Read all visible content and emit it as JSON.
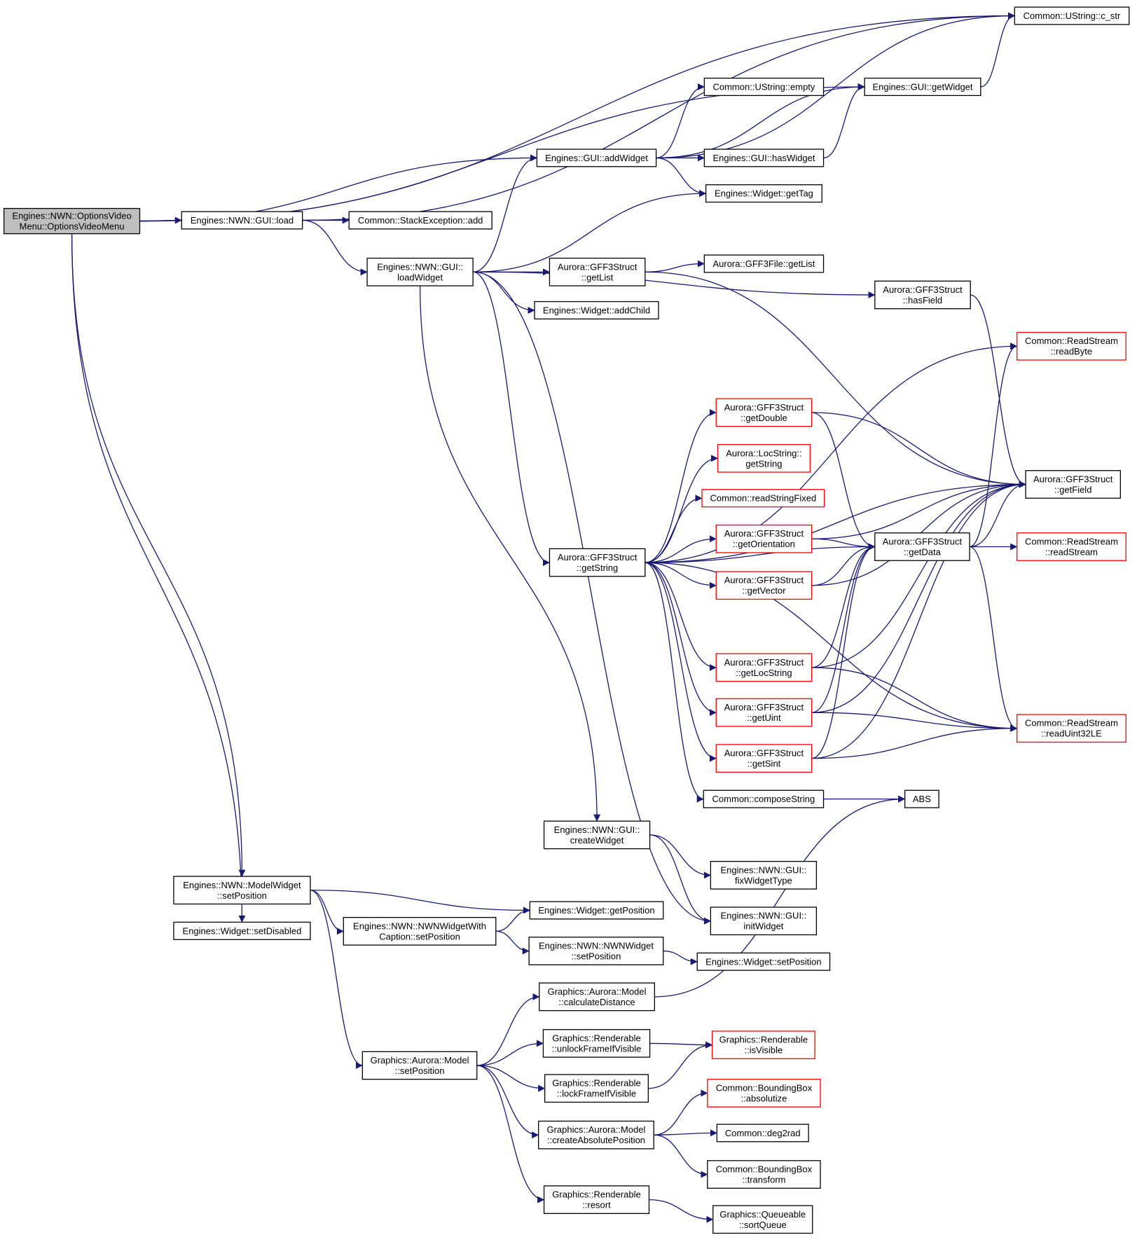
{
  "diagram": {
    "type": "call-graph",
    "edge_color": "#191970",
    "highlight_color": "#bfbfbf",
    "incomplete_border_color": "#ff0000",
    "nodes": [
      {
        "id": "root",
        "lines": [
          "Engines::NWN::OptionsVideo",
          "Menu::OptionsVideoMenu"
        ],
        "root": true
      },
      {
        "id": "gui_load",
        "lines": [
          "Engines::NWN::GUI::load"
        ]
      },
      {
        "id": "stackexc_add",
        "lines": [
          "Common::StackException::add"
        ]
      },
      {
        "id": "load_widget",
        "lines": [
          "Engines::NWN::GUI::",
          "loadWidget"
        ]
      },
      {
        "id": "add_widget",
        "lines": [
          "Engines::GUI::addWidget"
        ]
      },
      {
        "id": "ustring_empty",
        "lines": [
          "Common::UString::empty"
        ]
      },
      {
        "id": "has_widget",
        "lines": [
          "Engines::GUI::hasWidget"
        ]
      },
      {
        "id": "get_tag",
        "lines": [
          "Engines::Widget::getTag"
        ]
      },
      {
        "id": "get_widget",
        "lines": [
          "Engines::GUI::getWidget"
        ]
      },
      {
        "id": "c_str",
        "lines": [
          "Common::UString::c_str"
        ]
      },
      {
        "id": "gff_getlist",
        "lines": [
          "Aurora::GFF3Struct",
          "::getList"
        ]
      },
      {
        "id": "gfffile_getlist",
        "lines": [
          "Aurora::GFF3File::getList"
        ]
      },
      {
        "id": "add_child",
        "lines": [
          "Engines::Widget::addChild"
        ]
      },
      {
        "id": "has_field",
        "lines": [
          "Aurora::GFF3Struct",
          "::hasField"
        ]
      },
      {
        "id": "read_byte",
        "lines": [
          "Common::ReadStream",
          "::readByte"
        ],
        "red": true
      },
      {
        "id": "get_field",
        "lines": [
          "Aurora::GFF3Struct",
          "::getField"
        ]
      },
      {
        "id": "get_double",
        "lines": [
          "Aurora::GFF3Struct",
          "::getDouble"
        ],
        "red": true
      },
      {
        "id": "locstring_getstring",
        "lines": [
          "Aurora::LocString::",
          "getString"
        ],
        "red": true
      },
      {
        "id": "read_string_fixed",
        "lines": [
          "Common::readStringFixed"
        ],
        "red": true
      },
      {
        "id": "get_orientation",
        "lines": [
          "Aurora::GFF3Struct",
          "::getOrientation"
        ],
        "red": true
      },
      {
        "id": "get_data",
        "lines": [
          "Aurora::GFF3Struct",
          "::getData"
        ]
      },
      {
        "id": "read_stream",
        "lines": [
          "Common::ReadStream",
          "::readStream"
        ],
        "red": true
      },
      {
        "id": "gff_getstring",
        "lines": [
          "Aurora::GFF3Struct",
          "::getString"
        ]
      },
      {
        "id": "get_vector",
        "lines": [
          "Aurora::GFF3Struct",
          "::getVector"
        ],
        "red": true
      },
      {
        "id": "get_locstring",
        "lines": [
          "Aurora::GFF3Struct",
          "::getLocString"
        ],
        "red": true
      },
      {
        "id": "get_uint",
        "lines": [
          "Aurora::GFF3Struct",
          "::getUint"
        ],
        "red": true
      },
      {
        "id": "read_uint32",
        "lines": [
          "Common::ReadStream",
          "::readUint32LE"
        ],
        "red": true
      },
      {
        "id": "get_sint",
        "lines": [
          "Aurora::GFF3Struct",
          "::getSint"
        ],
        "red": true
      },
      {
        "id": "compose_string",
        "lines": [
          "Common::composeString"
        ]
      },
      {
        "id": "abs",
        "lines": [
          "ABS"
        ]
      },
      {
        "id": "create_widget",
        "lines": [
          "Engines::NWN::GUI::",
          "createWidget"
        ]
      },
      {
        "id": "fix_widget_type",
        "lines": [
          "Engines::NWN::GUI::",
          "fixWidgetType"
        ]
      },
      {
        "id": "init_widget",
        "lines": [
          "Engines::NWN::GUI::",
          "initWidget"
        ]
      },
      {
        "id": "modelwidget_setpos",
        "lines": [
          "Engines::NWN::ModelWidget",
          "::setPosition"
        ]
      },
      {
        "id": "set_disabled",
        "lines": [
          "Engines::Widget::setDisabled"
        ]
      },
      {
        "id": "widget_getpos",
        "lines": [
          "Engines::Widget::getPosition"
        ]
      },
      {
        "id": "caption_setpos",
        "lines": [
          "Engines::NWN::NWNWidgetWith",
          "Caption::setPosition"
        ]
      },
      {
        "id": "nwnwidget_setpos",
        "lines": [
          "Engines::NWN::NWNWidget",
          "::setPosition"
        ]
      },
      {
        "id": "widget_setpos",
        "lines": [
          "Engines::Widget::setPosition"
        ]
      },
      {
        "id": "calc_distance",
        "lines": [
          "Graphics::Aurora::Model",
          "::calculateDistance"
        ]
      },
      {
        "id": "unlock_frame",
        "lines": [
          "Graphics::Renderable",
          "::unlockFrameIfVisible"
        ]
      },
      {
        "id": "is_visible",
        "lines": [
          "Graphics::Renderable",
          "::isVisible"
        ],
        "red": true
      },
      {
        "id": "model_setpos",
        "lines": [
          "Graphics::Aurora::Model",
          "::setPosition"
        ]
      },
      {
        "id": "lock_frame",
        "lines": [
          "Graphics::Renderable",
          "::lockFrameIfVisible"
        ]
      },
      {
        "id": "absolutize",
        "lines": [
          "Common::BoundingBox",
          "::absolutize"
        ],
        "red": true
      },
      {
        "id": "create_abs_pos",
        "lines": [
          "Graphics::Aurora::Model",
          "::createAbsolutePosition"
        ]
      },
      {
        "id": "deg2rad",
        "lines": [
          "Common::deg2rad"
        ]
      },
      {
        "id": "bbox_transform",
        "lines": [
          "Common::BoundingBox",
          "::transform"
        ]
      },
      {
        "id": "resort",
        "lines": [
          "Graphics::Renderable",
          "::resort"
        ]
      },
      {
        "id": "sort_queue",
        "lines": [
          "Graphics::Queueable",
          "::sortQueue"
        ]
      }
    ],
    "edges": [
      [
        "root",
        "c_str"
      ],
      [
        "root",
        "get_widget"
      ],
      [
        "root",
        "add_widget"
      ],
      [
        "root",
        "gui_load"
      ],
      [
        "root",
        "modelwidget_setpos"
      ],
      [
        "root",
        "set_disabled"
      ],
      [
        "gui_load",
        "stackexc_add"
      ],
      [
        "gui_load",
        "c_str"
      ],
      [
        "gui_load",
        "load_widget"
      ],
      [
        "load_widget",
        "add_widget"
      ],
      [
        "load_widget",
        "get_tag"
      ],
      [
        "load_widget",
        "has_field"
      ],
      [
        "load_widget",
        "gff_getlist"
      ],
      [
        "load_widget",
        "add_child"
      ],
      [
        "load_widget",
        "gff_getstring"
      ],
      [
        "load_widget",
        "create_widget"
      ],
      [
        "load_widget",
        "init_widget"
      ],
      [
        "add_widget",
        "c_str"
      ],
      [
        "add_widget",
        "ustring_empty"
      ],
      [
        "add_widget",
        "get_widget"
      ],
      [
        "add_widget",
        "has_widget"
      ],
      [
        "add_widget",
        "get_tag"
      ],
      [
        "has_widget",
        "get_widget"
      ],
      [
        "get_widget",
        "c_str"
      ],
      [
        "gff_getlist",
        "gfffile_getlist"
      ],
      [
        "gff_getlist",
        "get_field"
      ],
      [
        "has_field",
        "get_field"
      ],
      [
        "gff_getstring",
        "read_byte"
      ],
      [
        "gff_getstring",
        "get_field"
      ],
      [
        "gff_getstring",
        "get_double"
      ],
      [
        "gff_getstring",
        "locstring_getstring"
      ],
      [
        "gff_getstring",
        "read_string_fixed"
      ],
      [
        "gff_getstring",
        "get_orientation"
      ],
      [
        "gff_getstring",
        "get_vector"
      ],
      [
        "gff_getstring",
        "get_data"
      ],
      [
        "gff_getstring",
        "get_locstring"
      ],
      [
        "gff_getstring",
        "get_uint"
      ],
      [
        "gff_getstring",
        "get_sint"
      ],
      [
        "gff_getstring",
        "compose_string"
      ],
      [
        "gff_getstring",
        "read_uint32"
      ],
      [
        "get_double",
        "get_field"
      ],
      [
        "get_double",
        "get_data"
      ],
      [
        "get_orientation",
        "get_field"
      ],
      [
        "get_orientation",
        "get_data"
      ],
      [
        "get_vector",
        "get_field"
      ],
      [
        "get_vector",
        "get_data"
      ],
      [
        "get_data",
        "get_field"
      ],
      [
        "get_data",
        "read_byte"
      ],
      [
        "get_data",
        "read_stream"
      ],
      [
        "get_data",
        "read_uint32"
      ],
      [
        "get_locstring",
        "get_field"
      ],
      [
        "get_locstring",
        "get_data"
      ],
      [
        "get_locstring",
        "read_uint32"
      ],
      [
        "get_uint",
        "get_field"
      ],
      [
        "get_uint",
        "get_data"
      ],
      [
        "get_uint",
        "read_uint32"
      ],
      [
        "get_sint",
        "get_field"
      ],
      [
        "get_sint",
        "get_data"
      ],
      [
        "get_sint",
        "read_uint32"
      ],
      [
        "compose_string",
        "abs"
      ],
      [
        "create_widget",
        "fix_widget_type"
      ],
      [
        "create_widget",
        "init_widget"
      ],
      [
        "modelwidget_setpos",
        "widget_getpos"
      ],
      [
        "modelwidget_setpos",
        "caption_setpos"
      ],
      [
        "modelwidget_setpos",
        "model_setpos"
      ],
      [
        "caption_setpos",
        "widget_getpos"
      ],
      [
        "caption_setpos",
        "nwnwidget_setpos"
      ],
      [
        "nwnwidget_setpos",
        "widget_setpos"
      ],
      [
        "model_setpos",
        "calc_distance"
      ],
      [
        "model_setpos",
        "unlock_frame"
      ],
      [
        "model_setpos",
        "lock_frame"
      ],
      [
        "model_setpos",
        "create_abs_pos"
      ],
      [
        "model_setpos",
        "resort"
      ],
      [
        "calc_distance",
        "abs"
      ],
      [
        "unlock_frame",
        "is_visible"
      ],
      [
        "lock_frame",
        "is_visible"
      ],
      [
        "create_abs_pos",
        "absolutize"
      ],
      [
        "create_abs_pos",
        "deg2rad"
      ],
      [
        "create_abs_pos",
        "bbox_transform"
      ],
      [
        "resort",
        "sort_queue"
      ]
    ]
  }
}
